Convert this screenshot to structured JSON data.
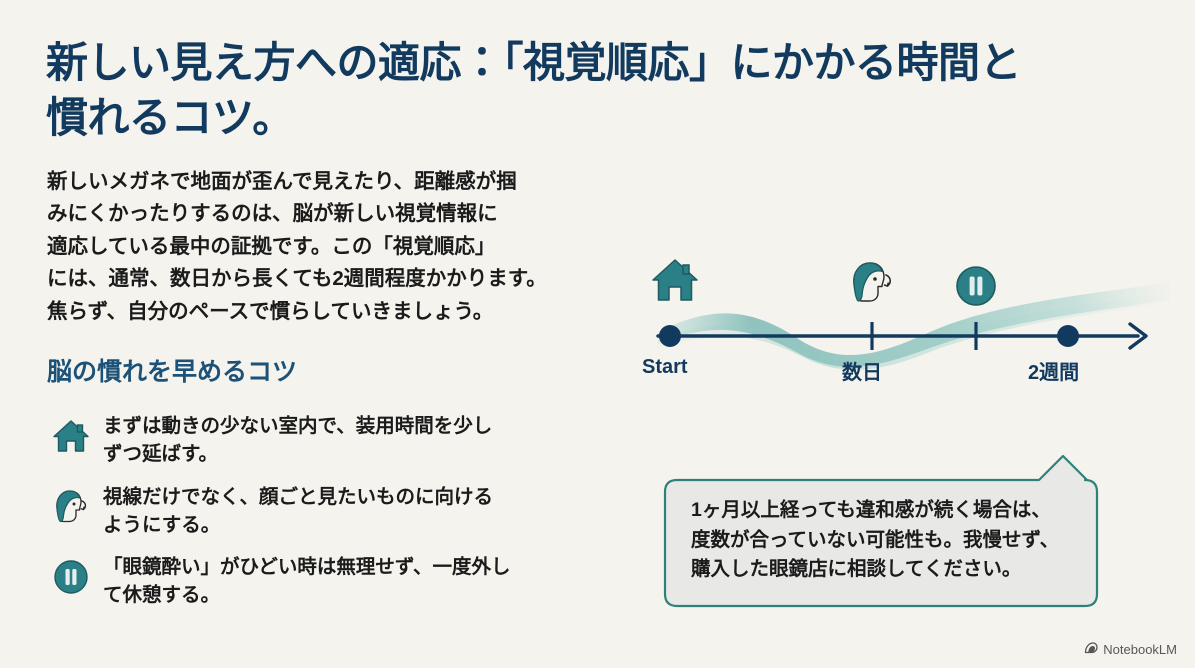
{
  "slide": {
    "background_color": "#f5f3ed",
    "title": "新しい見え方への適応：「視覚順応」にかかる時間と\n慣れるコツ。",
    "title_color": "#123a5e",
    "accent_teal": "#2a7f85",
    "accent_navy": "#123a5e"
  },
  "lead_paragraph": "新しいメガネで地面が歪んで見えたり、距離感が掴\nみにくかったりするのは、脳が新しい視覚情報に\n適応している最中の証拠です。この「視覚順応」\nには、通常、数日から長くても2週間程度かかります。\n焦らず、自分のペースで慣らしていきましょう。",
  "tips_section": {
    "heading": "脳の慣れを早めるコツ",
    "items": [
      {
        "icon": "house-icon",
        "text": "まずは動きの少ない室内で、装用時間を少し\nずつ延ばす。"
      },
      {
        "icon": "head-profile-icon",
        "text": "視線だけでなく、顔ごと見たいものに向ける\nようにする。"
      },
      {
        "icon": "pause-circle-icon",
        "text": "「眼鏡酔い」がひどい時は無理せず、一度外し\nて休憩する。"
      }
    ]
  },
  "timeline": {
    "labels": {
      "start": "Start",
      "middle": "数日",
      "end": "2週間"
    },
    "icons": [
      "house-icon",
      "head-profile-icon",
      "pause-circle-icon"
    ],
    "axis_color": "#123a5e",
    "wave_color": "#6fb2ae"
  },
  "callout": {
    "text": "1ヶ月以上経っても違和感が続く場合は、\n度数が合っていない可能性も。我慢せず、\n購入した眼鏡店に相談してください。",
    "border_color": "#2e8079",
    "fill_color": "#e8e8e6"
  },
  "watermark": {
    "label": "NotebookLM",
    "icon": "notebooklm-logo-icon"
  }
}
